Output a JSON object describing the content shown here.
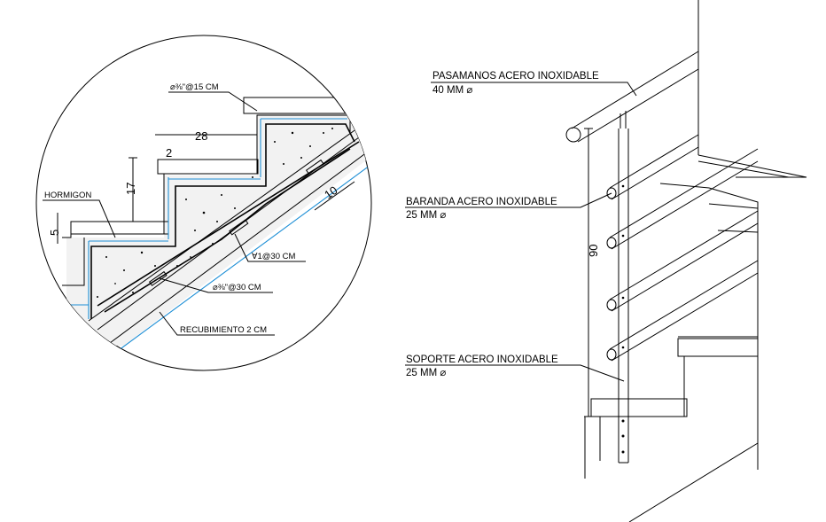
{
  "detail": {
    "labels": {
      "stirrup_top": "⌀⅜\"@15 CM",
      "tread": "28",
      "nosing": "2",
      "riser": "17",
      "concrete": "HORMIGON",
      "slab_edge": "5",
      "slab_thickness": "10",
      "main_bar": "∀1@30 CM",
      "dist_bar": "⌀⅜\"@30 CM",
      "cover": "RECUBIMIENTO 2 CM"
    }
  },
  "elevation": {
    "handrail": {
      "name": "PASAMANOS ACERO INOXIDABLE",
      "spec": "40 MM ⌀"
    },
    "railing": {
      "name": "BARANDA ACERO INOXIDABLE",
      "spec": "25 MM ⌀"
    },
    "post": {
      "name": "SOPORTE ACERO INOXIDABLE",
      "spec": "25 MM ⌀"
    },
    "height": "90"
  }
}
